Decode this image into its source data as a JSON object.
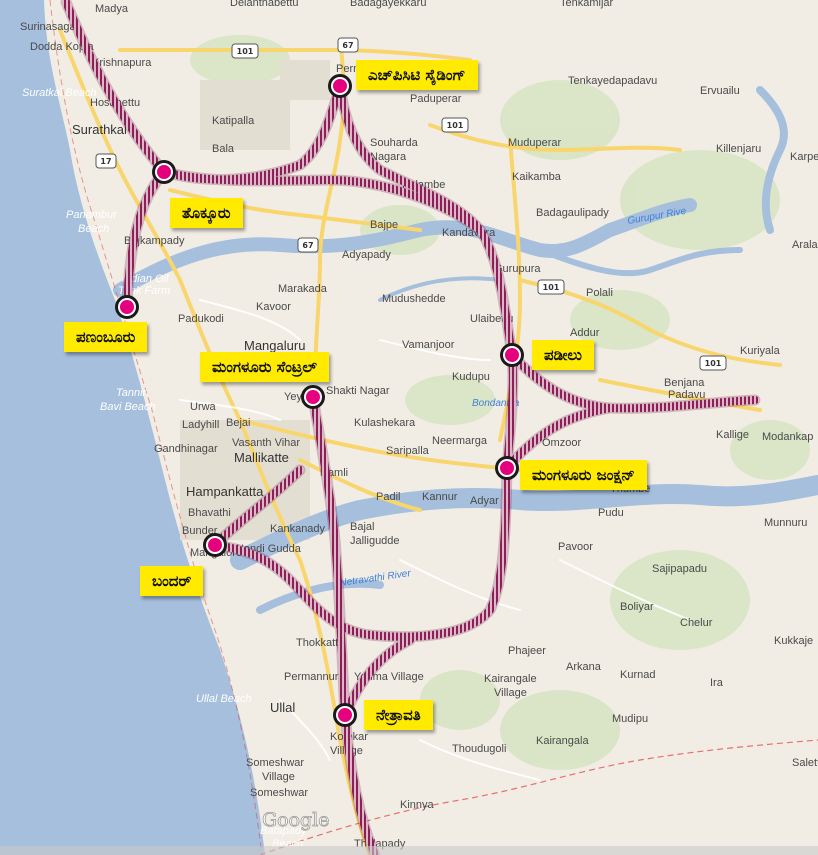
{
  "map": {
    "attribution": "Google",
    "colors": {
      "sea": "#a5bfdd",
      "land": "#f1ede4",
      "river": "#a5bfdd",
      "highway": "#f8d66d",
      "rail": "#8f1e58",
      "station_ring": "#1a1a1a",
      "station_dot": "#e5007e",
      "label_bg": "#ffea00"
    }
  },
  "stations": [
    {
      "id": "hps",
      "label": "ಎಚ್‌ಪಿಸಿಟಿ ಸೈಡಿಂಗ್"
    },
    {
      "id": "thokkur",
      "label": "ತೊಕ್ಕೂರು"
    },
    {
      "id": "panambur",
      "label": "ಪಣಂಬೂರು"
    },
    {
      "id": "padil",
      "label": "ಪಡೀಲು"
    },
    {
      "id": "central",
      "label": "ಮಂಗಳೂರು ಸೆಂಟ್ರಲ್"
    },
    {
      "id": "junction",
      "label": "ಮಂಗಳೂರು ಜಂಕ್ಷನ್"
    },
    {
      "id": "bandar",
      "label": "ಬಂದರ್"
    },
    {
      "id": "netravati",
      "label": "ನೇತ್ರಾವತಿ"
    }
  ],
  "places": {
    "madya": "Madya",
    "delanthabettu": "Delanthabettu",
    "badagayekkaru": "Badagayekkaru",
    "tenkamijar": "Tenkamijar",
    "surinasagar": "Surinasagar",
    "doddakopla": "Dodda Kopla",
    "krishnapura": "Krishnapura",
    "suratkal_beach": "Suratkal Beach",
    "hosabettu": "Hosabettu",
    "surathkal": "Surathkal",
    "katipalla": "Katipalla",
    "bala": "Bala",
    "perm": "Perm",
    "paduperar": "Paduperar",
    "tenkayedapadavu": "Tenkayedapadavu",
    "ervuailu": "Ervuailu",
    "souharda": "Souharda",
    "nagara": "Nagara",
    "muduperar": "Muduperar",
    "killenjaru": "Killenjaru",
    "karpe": "Karpe",
    "kolambe": "Kolambe",
    "kaikamba": "Kaikamba",
    "panambur_beach": "Panambur",
    "beach": "Beach",
    "bajpe": "Bajpe",
    "kandavara": "Kandavara",
    "badagaulipady": "Badagaulipady",
    "bajkampady": "Bajkampady",
    "gurupur_river": "Gurupur Rive",
    "aralam": "Arala",
    "adyapady": "Adyapady",
    "gurupura": "Gurupura",
    "indian_oil": "Indian Oil",
    "tank_farm": "Tank Farm",
    "marakada": "Marakada",
    "mudushedde": "Mudushedde",
    "polali": "Polali",
    "padukodi": "Padukodi",
    "kavoor": "Kavoor",
    "ulaibettu": "Ulaibettu",
    "addur": "Addur",
    "mangaluru": "Mangaluru",
    "vamanjoor": "Vamanjoor",
    "kuriyala": "Kuriyala",
    "kudupu": "Kudupu",
    "shakti_nagar": "Shakti Nagar",
    "tannir": "Tannir",
    "bavi_beach": "Bavi Beach",
    "urwa": "Urwa",
    "yeyyadi": "Yeyyadi",
    "bondantila": "Bondantila",
    "benjana": "Benjana",
    "padavu": "Padavu",
    "ladyhill": "Ladyhill",
    "bejai": "Bejai",
    "kulashekara": "Kulashekara",
    "omzoor": "Omzoor",
    "kallige": "Kallige",
    "modankap": "Modankap",
    "gandhinagar": "Gandhinagar",
    "vasanth_vihar": "Vasanth Vihar",
    "mallikatte": "Mallikatte",
    "saripalla": "Saripalla",
    "neermarga": "Neermarga",
    "namli": "Namli",
    "hampankatta": "Hampankatta",
    "bhavathi": "Bhavathi",
    "padil": "Padil",
    "kannur": "Kannur",
    "adyar": "Adyar",
    "thumbe": "Thumbe",
    "pudu": "Pudu",
    "munnuru": "Munnuru",
    "bunder": "Bunder",
    "jalligudde": "Jalligudde",
    "pavoor": "Pavoor",
    "bajal": "Bajal",
    "mangalore": "Mangalore",
    "nandigudda": "Nandi Gudda",
    "kankanady": "Kankanady",
    "netravathi_river": "Netravathi River",
    "sajipapadu": "Sajipapadu",
    "boliyar": "Boliyar",
    "chelur": "Chelur",
    "kukkaje": "Kukkaje",
    "thokkattu": "Thokkattu",
    "phajeer": "Phajeer",
    "permannur": "Permannur",
    "yenma_village": "Yenma Village",
    "kairangale": "Kairangale",
    "village": "Village",
    "arkana": "Arkana",
    "kurnad": "Kurnad",
    "ira": "Ira",
    "ullal_beach": "Ullal Beach",
    "ullal": "Ullal",
    "mudipu": "Mudipu",
    "kotekar": "Kotekar",
    "kotekar_village": "Village",
    "thoudugoli": "Thoudugoli",
    "kairangala": "Kairangala",
    "someshwar_a": "Someshwar",
    "someshwar_village": "Village",
    "someshwar": "Someshwar",
    "kinnya": "Kinnya",
    "salett": "Salett",
    "batapady": "Batapady",
    "batapady_beach": "Beach",
    "thalapady": "Thalapady"
  },
  "highways": {
    "h101": "101",
    "h67": "67",
    "h17": "17"
  }
}
